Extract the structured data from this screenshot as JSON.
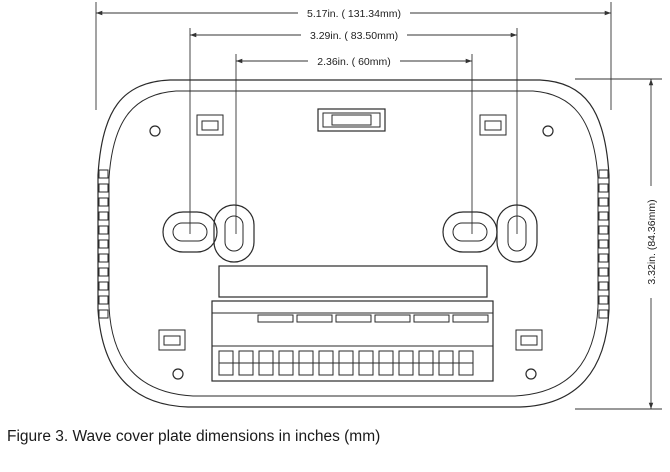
{
  "dimensions": {
    "overall_width": "5.17in. ( 131.34mm)",
    "outer_slot_spacing": "3.29in. ( 83.50mm)",
    "inner_slot_spacing": "2.36in. ( 60mm)",
    "overall_height": "3.32in. (84.36mm)"
  },
  "caption": "Figure 3. Wave cover plate dimensions in inches (mm)"
}
